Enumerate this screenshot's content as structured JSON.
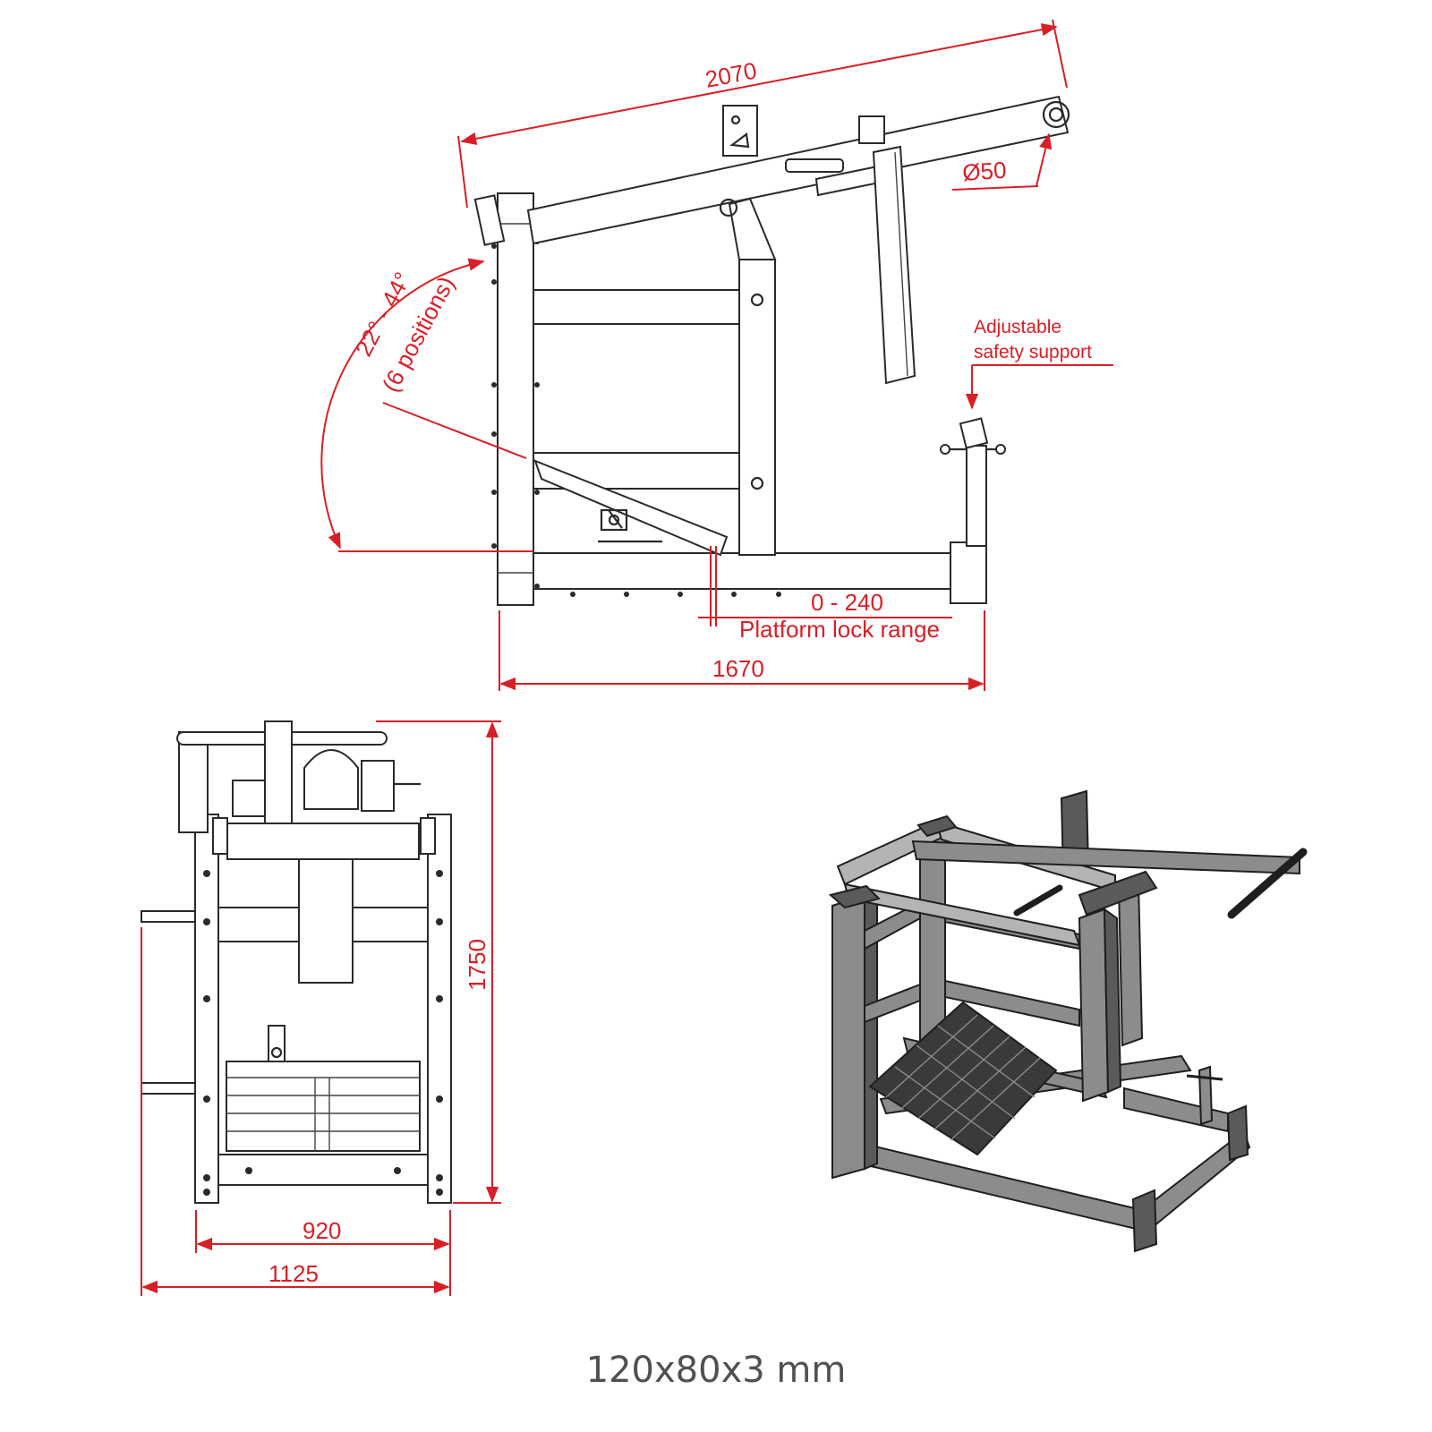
{
  "dimensions": {
    "top_length": "2070",
    "pin_diameter": "Ø50",
    "angle_range": "22° - 44°",
    "angle_positions": "(6 positions)",
    "lock_range_value": "0 - 240",
    "lock_range_label": "Platform lock range",
    "base_length": "1670",
    "height": "1750",
    "inner_width": "920",
    "outer_width": "1125"
  },
  "notes": {
    "safety_line1": "Adjustable",
    "safety_line2": "safety support"
  },
  "caption": "120x80x3 mm",
  "colors": {
    "dimension": "#d81f26",
    "outline": "#2a2a2a",
    "caption": "#505050"
  }
}
